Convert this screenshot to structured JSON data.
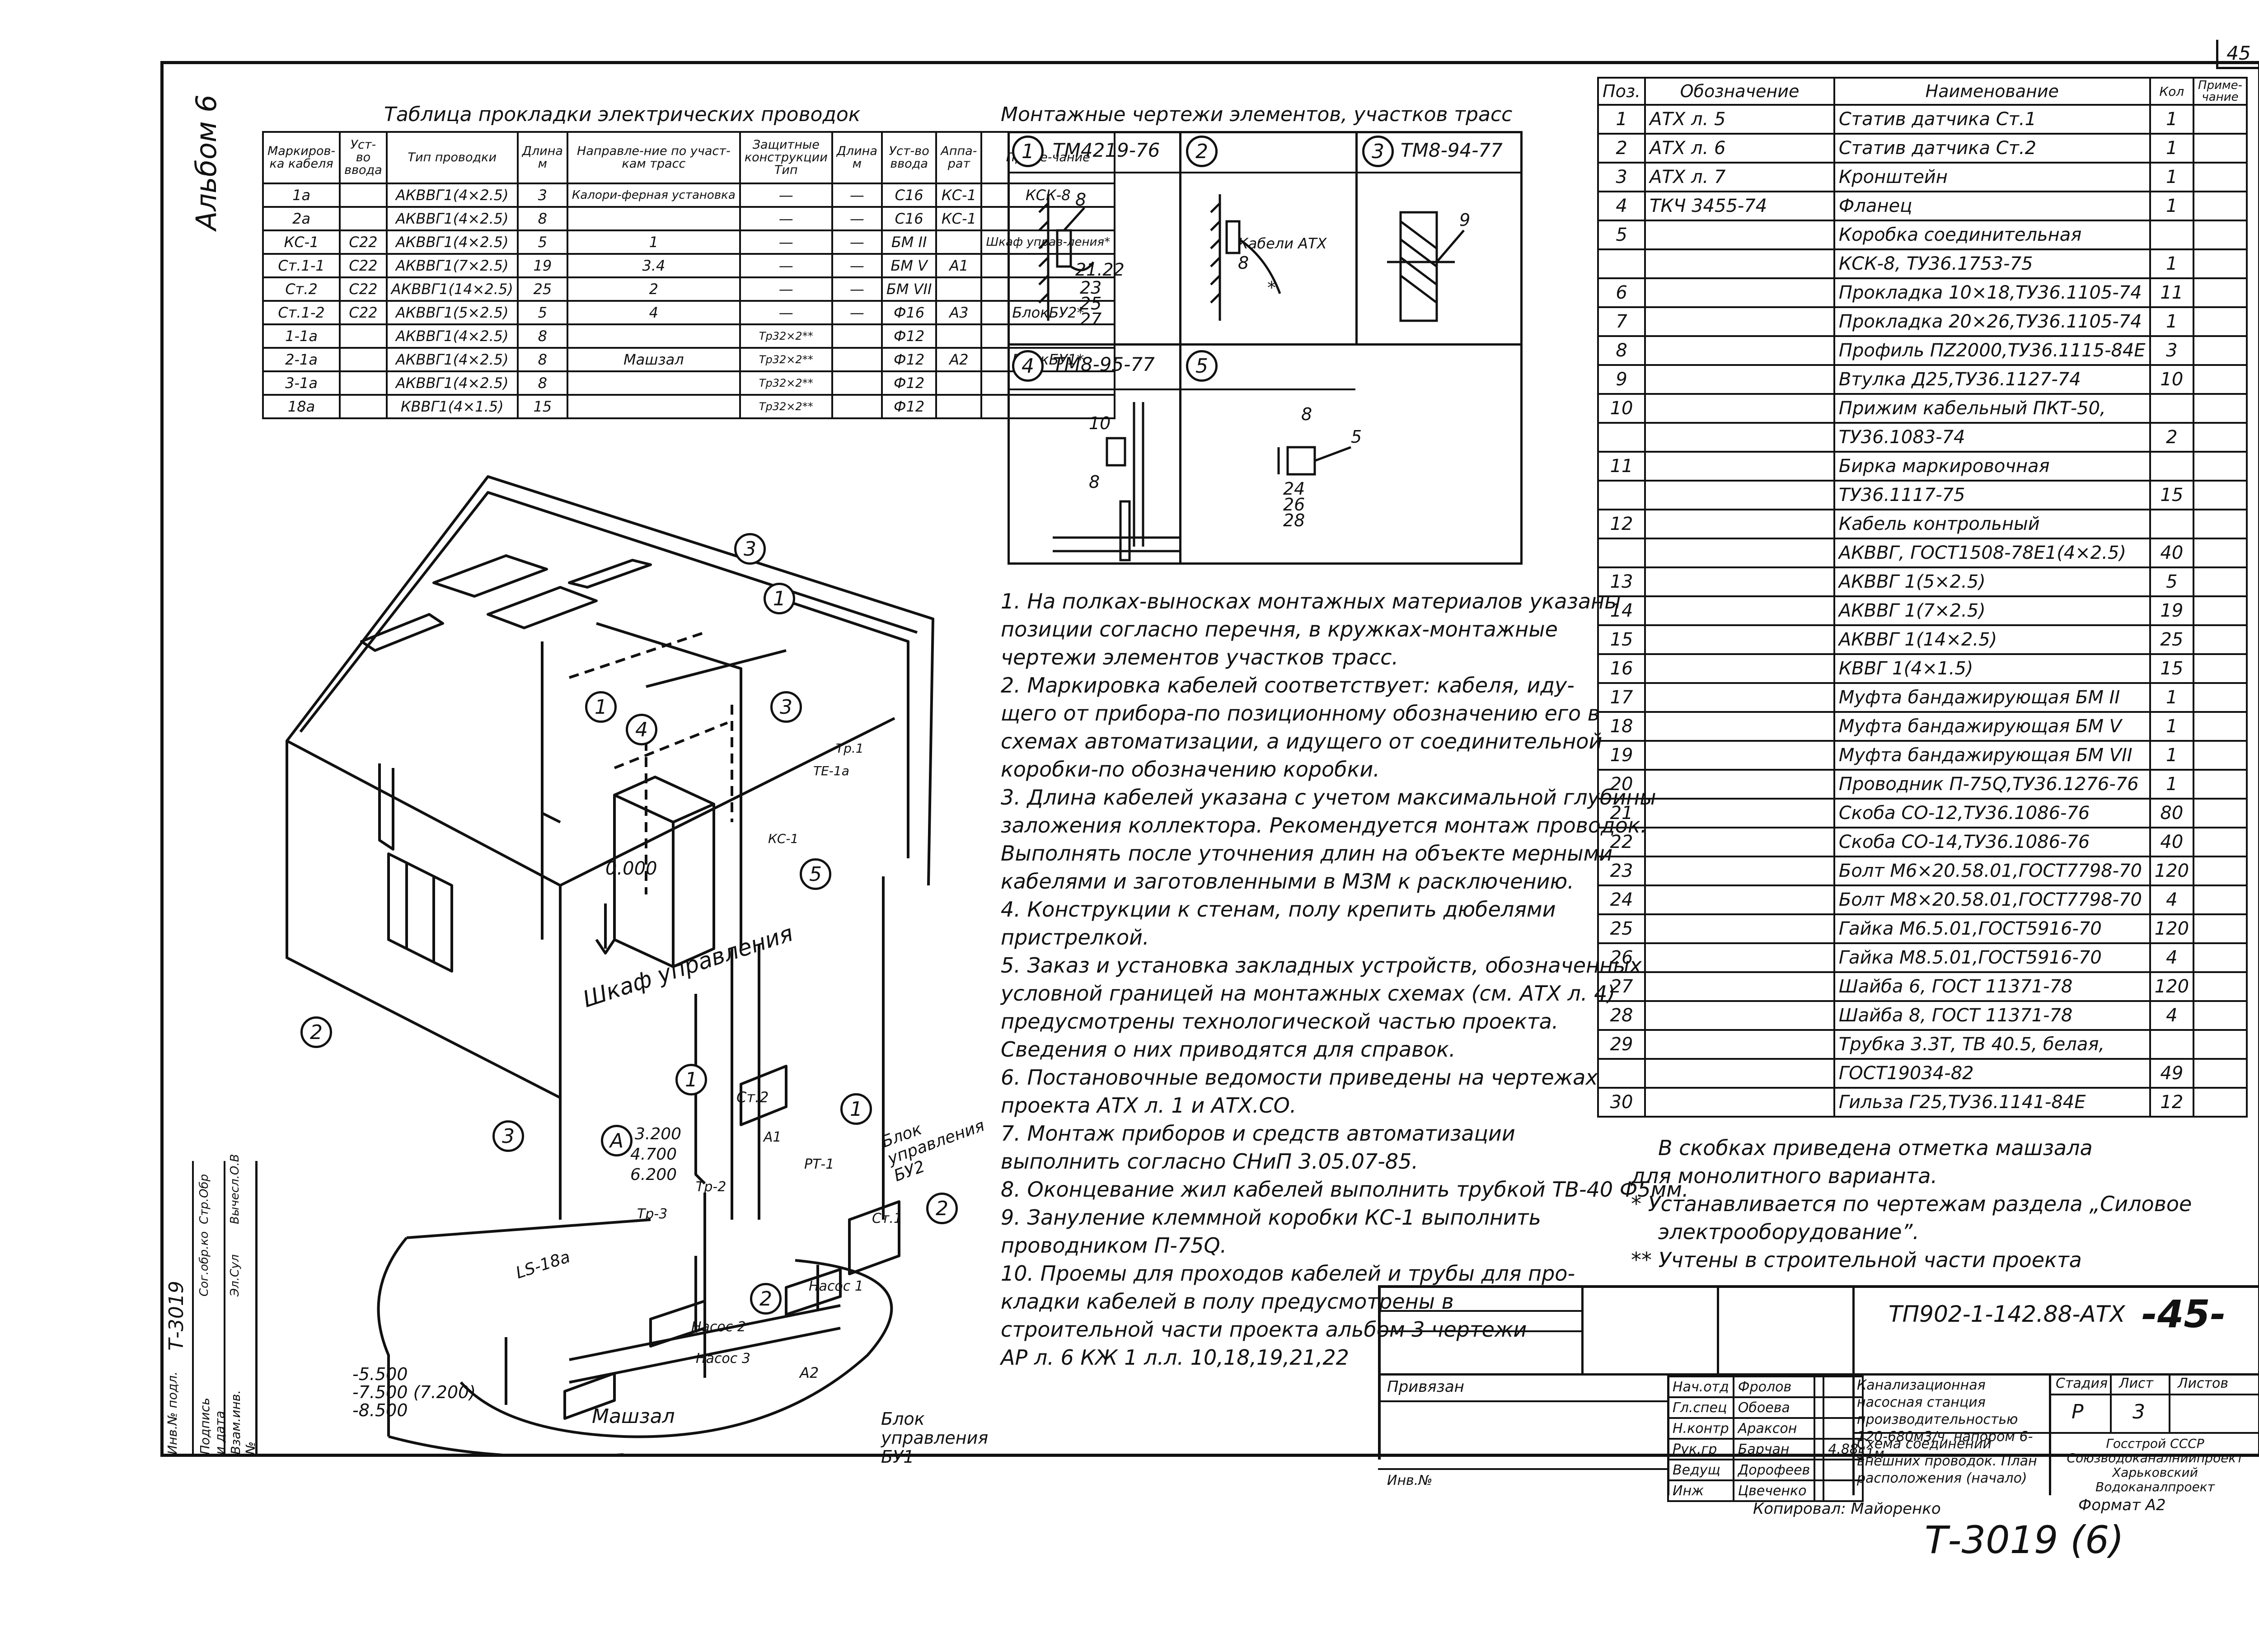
{
  "corner_page_number": "45",
  "album_label": "Альбом 6",
  "wiring_table": {
    "title": "Таблица прокладки электрических проводок",
    "headers": [
      "Маркиров-ка кабеля",
      "Уст-во ввода",
      "Тип проводки",
      "Длина м",
      "Направле-ние по участ-кам трасс",
      "Защитные конструкции Тип",
      "Длина м",
      "Уст-во ввода",
      "Аппа-рат",
      "Приме-чание"
    ],
    "group_header": "Защитные конструкции",
    "rows": [
      [
        "1а",
        "",
        "АКВВГ1(4×2.5)",
        "3",
        "Калори-ферная установка",
        "—",
        "—",
        "С16",
        "КС-1",
        "КСК-8"
      ],
      [
        "2а",
        "",
        "АКВВГ1(4×2.5)",
        "8",
        "",
        "—",
        "—",
        "С16",
        "КС-1",
        ""
      ],
      [
        "КС-1",
        "С22",
        "АКВВГ1(4×2.5)",
        "5",
        "1",
        "—",
        "—",
        "БМ II",
        "",
        "Шкаф управ-ления*"
      ],
      [
        "Ст.1-1",
        "С22",
        "АКВВГ1(7×2.5)",
        "19",
        "3.4",
        "—",
        "—",
        "БМ V",
        "А1",
        ""
      ],
      [
        "Ст.2",
        "С22",
        "АКВВГ1(14×2.5)",
        "25",
        "2",
        "—",
        "—",
        "БМ VII",
        "",
        ""
      ],
      [
        "Ст.1-2",
        "С22",
        "АКВВГ1(5×2.5)",
        "5",
        "4",
        "—",
        "—",
        "Ф16",
        "А3",
        "БлокБУ2*"
      ],
      [
        "1-1а",
        "",
        "АКВВГ1(4×2.5)",
        "8",
        "",
        "Тр32×2**",
        "",
        "Ф12",
        "",
        ""
      ],
      [
        "2-1а",
        "",
        "АКВВГ1(4×2.5)",
        "8",
        "Машзал",
        "Тр32×2**",
        "",
        "Ф12",
        "А2",
        "БлокБУ1*"
      ],
      [
        "3-1а",
        "",
        "АКВВГ1(4×2.5)",
        "8",
        "",
        "Тр32×2**",
        "",
        "Ф12",
        "",
        ""
      ],
      [
        "18а",
        "",
        "КВВГ1(4×1.5)",
        "15",
        "",
        "Тр32×2**",
        "",
        "Ф12",
        "",
        ""
      ]
    ]
  },
  "montage": {
    "title": "Монтажные чертежи элементов, участков трасс",
    "items": [
      {
        "num": "1",
        "code": "ТМ4219-76",
        "labels": [
          "8",
          "21.22",
          "23",
          "25",
          "27"
        ]
      },
      {
        "num": "2",
        "code": "",
        "labels": [
          "Кабели АТХ",
          "8",
          "*"
        ]
      },
      {
        "num": "3",
        "code": "ТМ8-94-77",
        "labels": [
          "9"
        ]
      },
      {
        "num": "4",
        "code": "ТМ8-95-77",
        "labels": [
          "10",
          "8"
        ]
      },
      {
        "num": "5",
        "code": "",
        "labels": [
          "8",
          "5",
          "24",
          "26",
          "28"
        ]
      }
    ]
  },
  "spec": {
    "headers": [
      "Поз.",
      "Обозначение",
      "Наименование",
      "Кол",
      "Приме-чание"
    ],
    "rows": [
      [
        "1",
        "АТХ л. 5",
        "Статив датчика Ст.1",
        "1",
        ""
      ],
      [
        "2",
        "АТХ л. 6",
        "Статив датчика Ст.2",
        "1",
        ""
      ],
      [
        "3",
        "АТХ л. 7",
        "Кронштейн",
        "1",
        ""
      ],
      [
        "4",
        "ТКЧ 3455-74",
        "Фланец",
        "1",
        ""
      ],
      [
        "5",
        "",
        "Коробка соединительная",
        "",
        ""
      ],
      [
        "",
        "",
        "КСК-8, ТУ36.1753-75",
        "1",
        ""
      ],
      [
        "6",
        "",
        "Прокладка 10×18,ТУ36.1105-74",
        "11",
        ""
      ],
      [
        "7",
        "",
        "Прокладка 20×26,ТУ36.1105-74",
        "1",
        ""
      ],
      [
        "8",
        "",
        "Профиль ПZ2000,ТУ36.1115-84Е",
        "3",
        ""
      ],
      [
        "9",
        "",
        "Втулка Д25,ТУ36.1127-74",
        "10",
        ""
      ],
      [
        "10",
        "",
        "Прижим кабельный ПКТ-50,",
        "",
        ""
      ],
      [
        "",
        "",
        "ТУ36.1083-74",
        "2",
        ""
      ],
      [
        "11",
        "",
        "Бирка маркировочная",
        "",
        ""
      ],
      [
        "",
        "",
        "ТУ36.1117-75",
        "15",
        ""
      ],
      [
        "12",
        "",
        "Кабель контрольный",
        "",
        ""
      ],
      [
        "",
        "",
        "АКВВГ, ГОСТ1508-78Е1(4×2.5)",
        "40",
        ""
      ],
      [
        "13",
        "",
        "АКВВГ 1(5×2.5)",
        "5",
        ""
      ],
      [
        "14",
        "",
        "АКВВГ 1(7×2.5)",
        "19",
        ""
      ],
      [
        "15",
        "",
        "АКВВГ 1(14×2.5)",
        "25",
        ""
      ],
      [
        "16",
        "",
        "КВВГ 1(4×1.5)",
        "15",
        ""
      ],
      [
        "17",
        "",
        "Муфта бандажирующая БМ II",
        "1",
        ""
      ],
      [
        "18",
        "",
        "Муфта бандажирующая БМ V",
        "1",
        ""
      ],
      [
        "19",
        "",
        "Муфта бандажирующая БМ VII",
        "1",
        ""
      ],
      [
        "20",
        "",
        "Проводник П-75Q,ТУ36.1276-76",
        "1",
        ""
      ],
      [
        "21",
        "",
        "Скоба СО-12,ТУ36.1086-76",
        "80",
        ""
      ],
      [
        "22",
        "",
        "Скоба СО-14,ТУ36.1086-76",
        "40",
        ""
      ],
      [
        "23",
        "",
        "Болт М6×20.58.01,ГОСТ7798-70",
        "120",
        ""
      ],
      [
        "24",
        "",
        "Болт М8×20.58.01,ГОСТ7798-70",
        "4",
        ""
      ],
      [
        "25",
        "",
        "Гайка М6.5.01,ГОСТ5916-70",
        "120",
        ""
      ],
      [
        "26",
        "",
        "Гайка М8.5.01,ГОСТ5916-70",
        "4",
        ""
      ],
      [
        "27",
        "",
        "Шайба 6, ГОСТ 11371-78",
        "120",
        ""
      ],
      [
        "28",
        "",
        "Шайба 8, ГОСТ 11371-78",
        "4",
        ""
      ],
      [
        "29",
        "",
        "Трубка 3.3Т, ТВ 40.5, белая,",
        "",
        ""
      ],
      [
        "",
        "",
        "ГОСТ19034-82",
        "49",
        ""
      ],
      [
        "30",
        "",
        "Гильза Г25,ТУ36.1141-84Е",
        "12",
        ""
      ]
    ]
  },
  "notes": [
    "1. На полках-выносках монтажных материалов указаны",
    "позиции согласно перечня, в кружках-монтажные",
    "чертежи элементов участков трасс.",
    "2. Маркировка кабелей соответствует: кабеля, иду-",
    "щего от прибора-по позиционному обозначению его в",
    "схемах автоматизации, а идущего от соединительной",
    "коробки-по обозначению коробки.",
    "3. Длина кабелей указана с учетом максимальной глубины",
    "заложения коллектора. Рекомендуется монтаж проводок.",
    "Выполнять после уточнения длин на объекте мерными",
    "кабелями и заготовленными в МЗМ к расключению.",
    "4. Конструкции к стенам, полу крепить дюбелями",
    "пристрелкой.",
    "5. Заказ и установка закладных устройств, обозначенных",
    "условной границей на монтажных схемах (см. АТХ л. 4)",
    "предусмотрены технологической частью проекта.",
    "Сведения о них приводятся для справок.",
    "6. Постановочные ведомости приведены на чертежах",
    "проекта АТХ л. 1 и АТХ.СО.",
    "7. Монтаж приборов и средств автоматизации",
    "выполнить согласно СНиП 3.05.07-85.",
    "8. Оконцевание жил кабелей выполнить трубкой ТВ-40 Ф5мм.",
    "9. Зануление клеммной коробки КС-1 выполнить",
    "проводником П-75Q.",
    "10. Проемы для проходов кабелей и трубы для про-",
    "кладки кабелей в полу предусмотрены в",
    "строительной части проекта альбом 3 чертежи",
    "АР л. 6 КЖ 1 л.л. 10,18,19,21,22"
  ],
  "footnotes": [
    "В скобках приведена отметка машзала",
    "для монолитного варианта.",
    "* Устанавливается по чертежам раздела „Силовое",
    "электрооборудование”.",
    "** Учтены в строительной части проекта"
  ],
  "drawing_labels": {
    "cabinet": "Шкаф управления",
    "machine_hall": "Машзал",
    "block_bu1": "Блок управления БУ1",
    "block_bu2": "Блок управления БУ2",
    "level1": "3.200",
    "level2": "4.700",
    "level3": "6.200",
    "level_low1": "-5.500",
    "level_low2": "-7.500 (7.200)",
    "level_low3": "-8.500",
    "level_0": "0.000",
    "st2": "Ст.2",
    "st1": "Ст.1",
    "ls18a": "LS-18а",
    "pump1": "Насос 1",
    "pump2": "Насос 2",
    "pump3": "Насос 3",
    "kc1": "КС-1",
    "te1a": "ТЕ-1а",
    "tp1": "Тр.1",
    "tp2": "Тр-2",
    "tp3": "Тр-3",
    "pt1": "РТ-1",
    "a_mark": "А",
    "a2": "А2",
    "a1": "А1"
  },
  "title_block": {
    "doc_code": "ТП902-1-142.88-АТХ",
    "sheet_big": "-45-",
    "bound_to": "Привязан",
    "inv_no": "Инв.№",
    "roles": [
      "Нач.отд",
      "Гл.спец",
      "Н.контр",
      "Рук.гр",
      "Ведущ",
      "Инж"
    ],
    "names": [
      "Фролов",
      "Обоева",
      "Аракcон",
      "Барчан",
      "Дорофеев",
      "Цвеченко"
    ],
    "date": "4.88",
    "project_title": "Канализационная насосная станция производительностью 120-680м3/ч, напором 6-51м",
    "sheet_title": "Схема соединений внешних проводок. План расположения (начало)",
    "stage_label": "Стадия",
    "sheet_label": "Лист",
    "sheets_label": "Листов",
    "stage": "Р",
    "sheet": "3",
    "org": "Госстрой СССР Союзводоканалниипроект Харьковский Водоканалпроект",
    "copied": "Копировал: Майоренко",
    "format": "Формат А2",
    "archive_no": "Т-3019 (6)"
  },
  "left_stamp": {
    "col_labels": [
      "Инв.№ подл.",
      "Подпись и дата",
      "Взам.инв.№"
    ],
    "values": [
      "Т-3019",
      "",
      ""
    ],
    "extra": [
      "Сог.обр.ко",
      "Эл.Сул",
      "Стр.Обр",
      "Вычесл.О.В"
    ]
  }
}
